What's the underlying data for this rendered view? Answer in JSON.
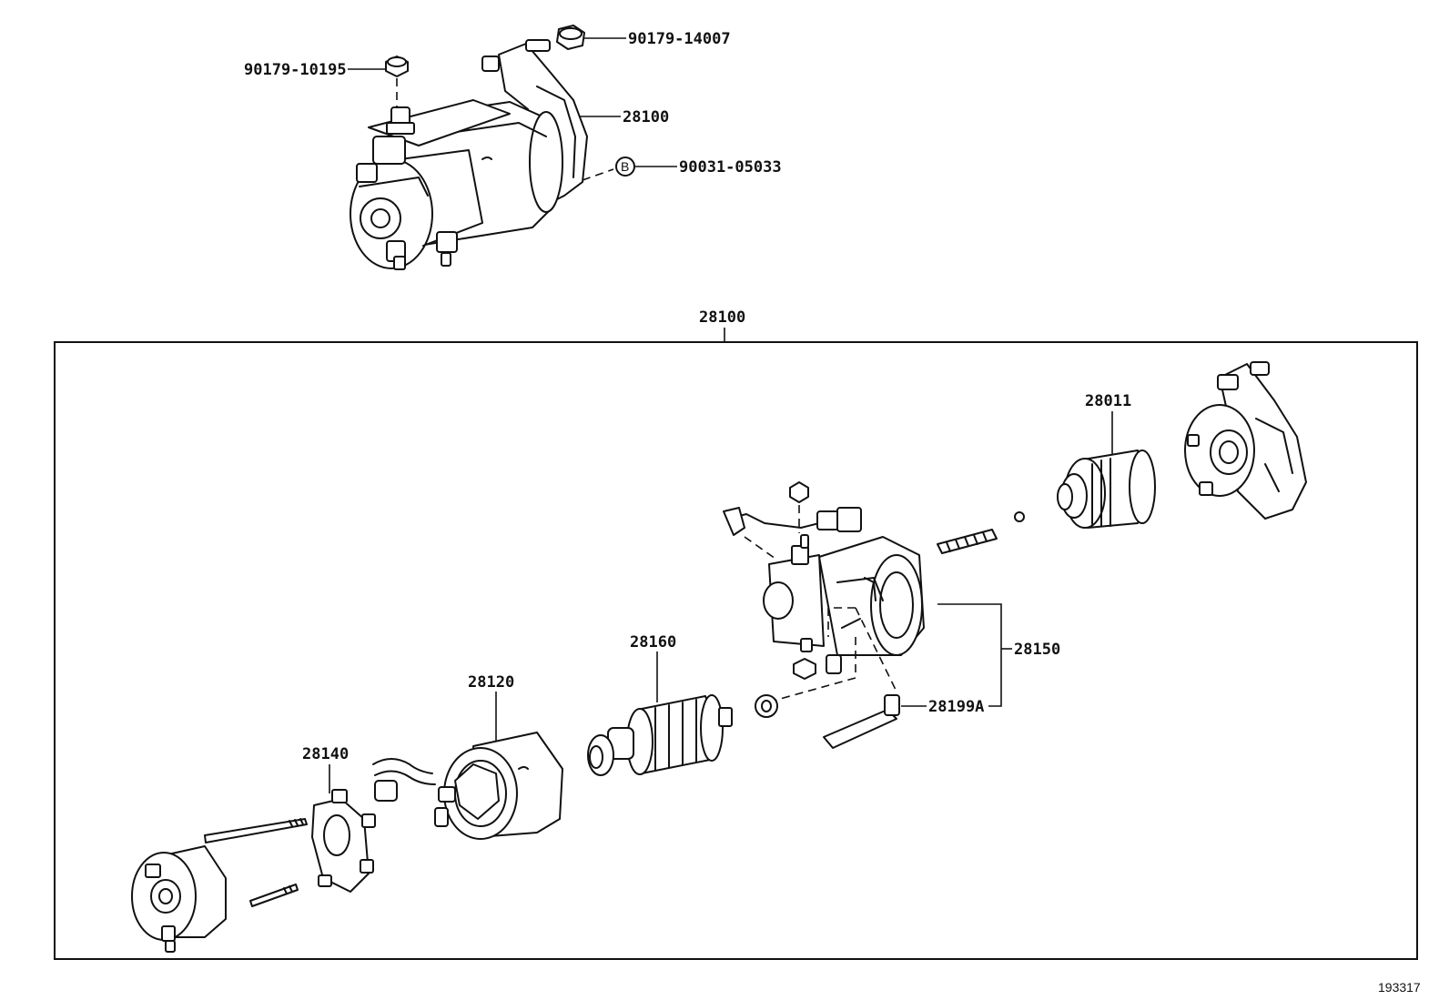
{
  "diagram": {
    "reference_number": "193317",
    "assembly_label": "28100",
    "callouts": {
      "bolt_top": "90179-14007",
      "nut_left": "90179-10195",
      "starter_assy": "28100",
      "bolt_b": "90031-05033",
      "clutch": "28011",
      "armature": "28160",
      "yoke": "28120",
      "brush_holder": "28140",
      "magnetic_switch": "28150",
      "lever_kit": "28199A"
    }
  }
}
